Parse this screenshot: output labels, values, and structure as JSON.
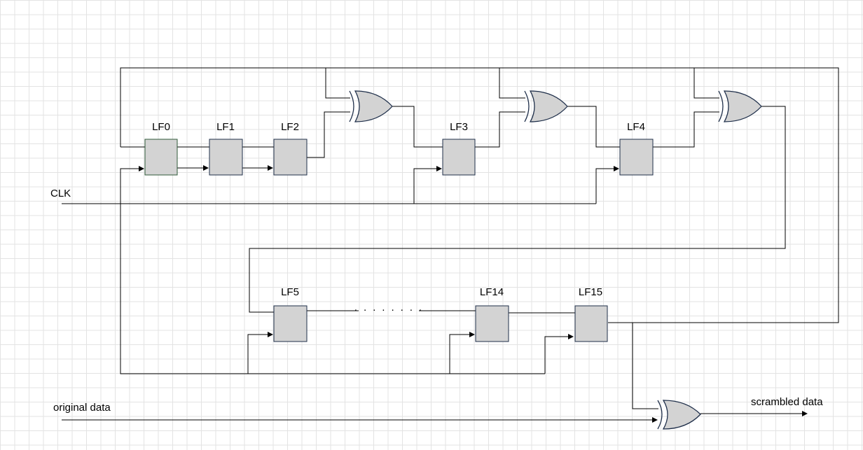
{
  "registers": [
    {
      "id": "lf0",
      "label": "LF0"
    },
    {
      "id": "lf1",
      "label": "LF1"
    },
    {
      "id": "lf2",
      "label": "LF2"
    },
    {
      "id": "lf3",
      "label": "LF3"
    },
    {
      "id": "lf4",
      "label": "LF4"
    },
    {
      "id": "lf5",
      "label": "LF5"
    },
    {
      "id": "lf14",
      "label": "LF14"
    },
    {
      "id": "lf15",
      "label": "LF15"
    }
  ],
  "signals": {
    "clock": "CLK",
    "input": "original data",
    "output": "scrambled data"
  },
  "ellipsis": "· · · · · · · ·",
  "colors": {
    "register_fill": "#d3d3d3",
    "gate_fill": "#d3d3d3",
    "outline": "#1f2f4a",
    "wire": "#000000",
    "grid": "#e3e3e3"
  }
}
